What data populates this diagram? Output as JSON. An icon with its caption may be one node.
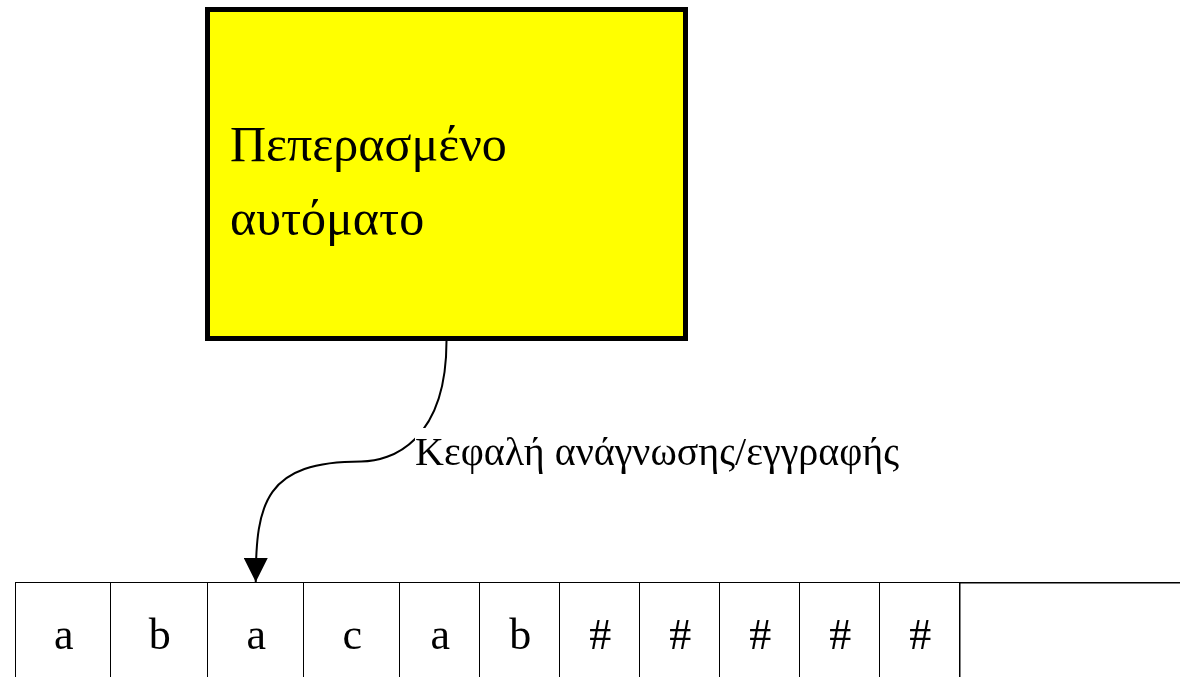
{
  "diagram": {
    "nodes": [
      {
        "text": [
          "Πεπερασμένο αυτόματο"
        ]
      },
      {
        "text": [
          "a"
        ]
      },
      {
        "text": [
          "b"
        ]
      },
      {
        "text": [
          "a"
        ]
      },
      {
        "text": [
          "c"
        ]
      },
      {
        "text": [
          "a"
        ]
      },
      {
        "text": [
          "b"
        ]
      },
      {
        "text": [
          "#"
        ]
      },
      {
        "text": [
          "#"
        ]
      },
      {
        "text": [
          "#"
        ]
      },
      {
        "text": [
          "#"
        ]
      },
      {
        "text": [
          "#"
        ]
      }
    ],
    "edges": [
      {
        "from": 0,
        "to": 3,
        "arrow": "to",
        "label": "Κεφαλή ανάγνωσης/εγγραφής"
      }
    ]
  }
}
